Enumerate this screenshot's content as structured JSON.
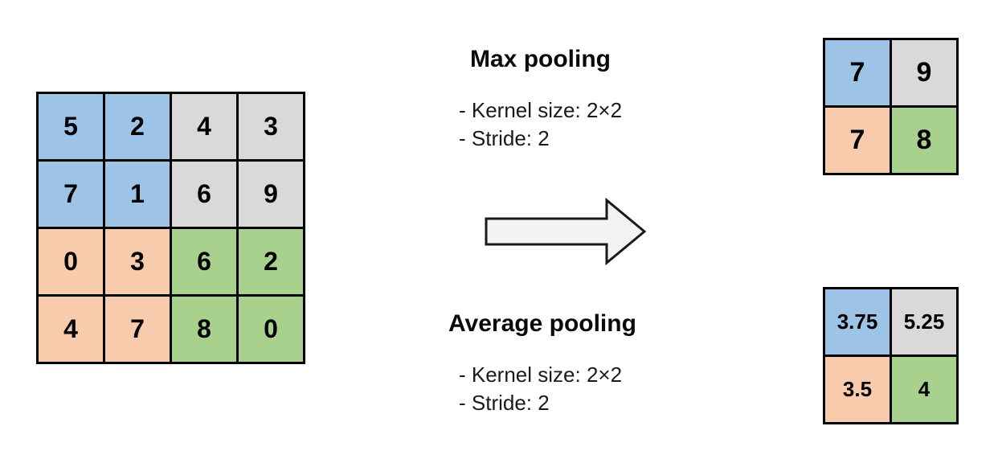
{
  "colors": {
    "blue": "#9DC3E6",
    "gray": "#D9D9D9",
    "orange": "#F8CBAD",
    "green": "#A9D18E",
    "arrow_fill": "#F2F2F2",
    "border": "#000000",
    "background": "#FFFFFF"
  },
  "input_grid": {
    "rows": 4,
    "cols": 4,
    "cells": [
      {
        "value": "5",
        "color": "blue"
      },
      {
        "value": "2",
        "color": "blue"
      },
      {
        "value": "4",
        "color": "gray"
      },
      {
        "value": "3",
        "color": "gray"
      },
      {
        "value": "7",
        "color": "blue"
      },
      {
        "value": "1",
        "color": "blue"
      },
      {
        "value": "6",
        "color": "gray"
      },
      {
        "value": "9",
        "color": "gray"
      },
      {
        "value": "0",
        "color": "orange"
      },
      {
        "value": "3",
        "color": "orange"
      },
      {
        "value": "6",
        "color": "green"
      },
      {
        "value": "2",
        "color": "green"
      },
      {
        "value": "4",
        "color": "orange"
      },
      {
        "value": "7",
        "color": "orange"
      },
      {
        "value": "8",
        "color": "green"
      },
      {
        "value": "0",
        "color": "green"
      }
    ]
  },
  "max_pooling": {
    "title": "Max pooling",
    "bullets": [
      "- Kernel size: 2×2",
      "- Stride: 2"
    ]
  },
  "average_pooling": {
    "title": "Average pooling",
    "bullets": [
      "- Kernel size: 2×2",
      "- Stride: 2"
    ]
  },
  "max_result_grid": {
    "rows": 2,
    "cols": 2,
    "cells": [
      {
        "value": "7",
        "color": "blue"
      },
      {
        "value": "9",
        "color": "gray"
      },
      {
        "value": "7",
        "color": "orange"
      },
      {
        "value": "8",
        "color": "green"
      }
    ]
  },
  "avg_result_grid": {
    "rows": 2,
    "cols": 2,
    "cells": [
      {
        "value": "3.75",
        "color": "blue"
      },
      {
        "value": "5.25",
        "color": "gray"
      },
      {
        "value": "3.5",
        "color": "orange"
      },
      {
        "value": "4",
        "color": "green"
      }
    ]
  }
}
